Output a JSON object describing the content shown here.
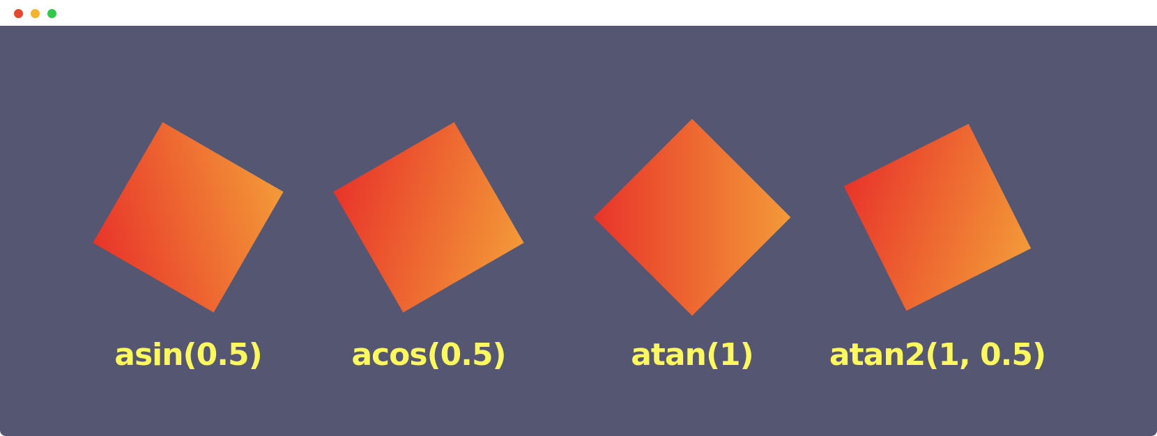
{
  "window": {
    "controls": [
      "close",
      "minimize",
      "maximize"
    ],
    "colors": {
      "close": "#e5482c",
      "minimize": "#f4b32c",
      "maximize": "#31c94a",
      "background": "#545672",
      "caption": "#fcf85e",
      "gradient_start": "#e8342a",
      "gradient_end": "#f39a38"
    }
  },
  "demos": [
    {
      "label": "asin(0.5)",
      "angle_deg": 30
    },
    {
      "label": "acos(0.5)",
      "angle_deg": 60
    },
    {
      "label": "atan(1)",
      "angle_deg": 45
    },
    {
      "label": "atan2(1, 0.5)",
      "angle_deg": 63.4
    }
  ]
}
